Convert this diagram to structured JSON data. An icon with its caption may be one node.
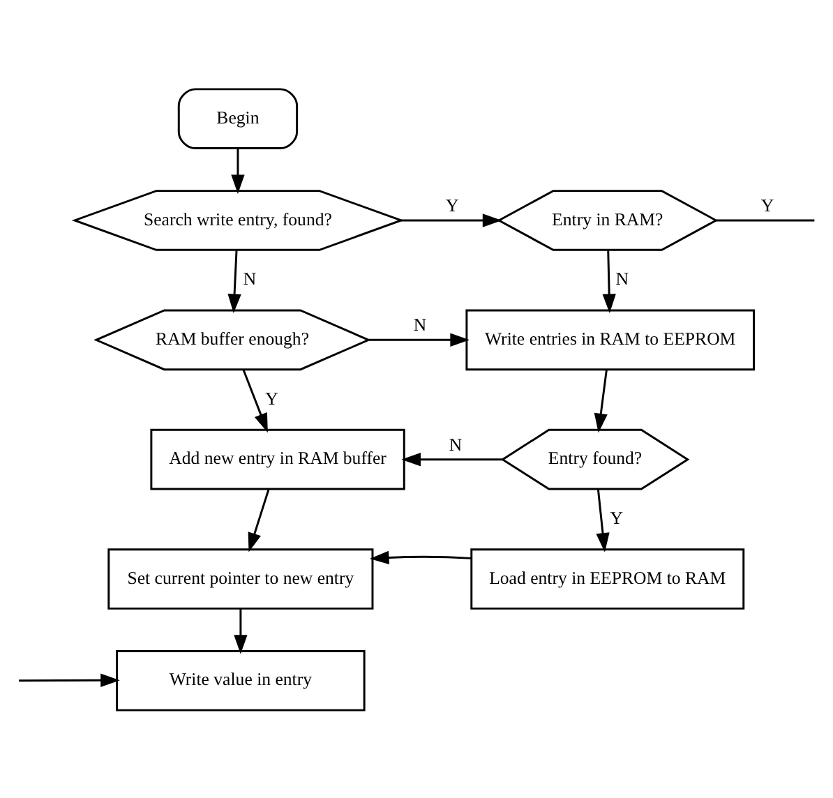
{
  "diagram": {
    "nodes": [
      {
        "text": [
          "Begin"
        ]
      },
      {
        "text": [
          "Search write entry, found?"
        ]
      },
      {
        "text": [
          "Entry in RAM?"
        ]
      },
      {
        "text": [
          "RAM buffer enough?"
        ]
      },
      {
        "text": [
          "Write entries in RAM to EEPROM"
        ]
      },
      {
        "text": [
          "Add new entry in RAM buffer"
        ]
      },
      {
        "text": [
          "Entry found?"
        ]
      },
      {
        "text": [
          "Set current pointer to new entry"
        ]
      },
      {
        "text": [
          "Load entry in EEPROM to RAM"
        ]
      },
      {
        "text": [
          "Write value in entry"
        ]
      }
    ],
    "edges": [
      {
        "from": 0,
        "to": 1,
        "arrow": "to"
      },
      {
        "from": 1,
        "to": 2,
        "label": "Y",
        "arrow": "to"
      },
      {
        "from": 1,
        "to": 3,
        "label": "N",
        "arrow": "to"
      },
      {
        "from": 2,
        "to": null,
        "label": "Y",
        "arrow": "none"
      },
      {
        "from": 2,
        "to": 4,
        "label": "N",
        "arrow": "to"
      },
      {
        "from": 3,
        "to": 4,
        "label": "N",
        "arrow": "to"
      },
      {
        "from": 3,
        "to": 5,
        "label": "Y",
        "arrow": "to"
      },
      {
        "from": 4,
        "to": 6,
        "arrow": "to"
      },
      {
        "from": 6,
        "to": 5,
        "label": "N",
        "arrow": "to"
      },
      {
        "from": 6,
        "to": 8,
        "label": "Y",
        "arrow": "to"
      },
      {
        "from": 5,
        "to": 7,
        "arrow": "to"
      },
      {
        "from": 8,
        "to": 7,
        "arrow": "to"
      },
      {
        "from": 7,
        "to": 9,
        "arrow": "to"
      },
      {
        "from": null,
        "to": 9,
        "arrow": "to"
      }
    ]
  }
}
